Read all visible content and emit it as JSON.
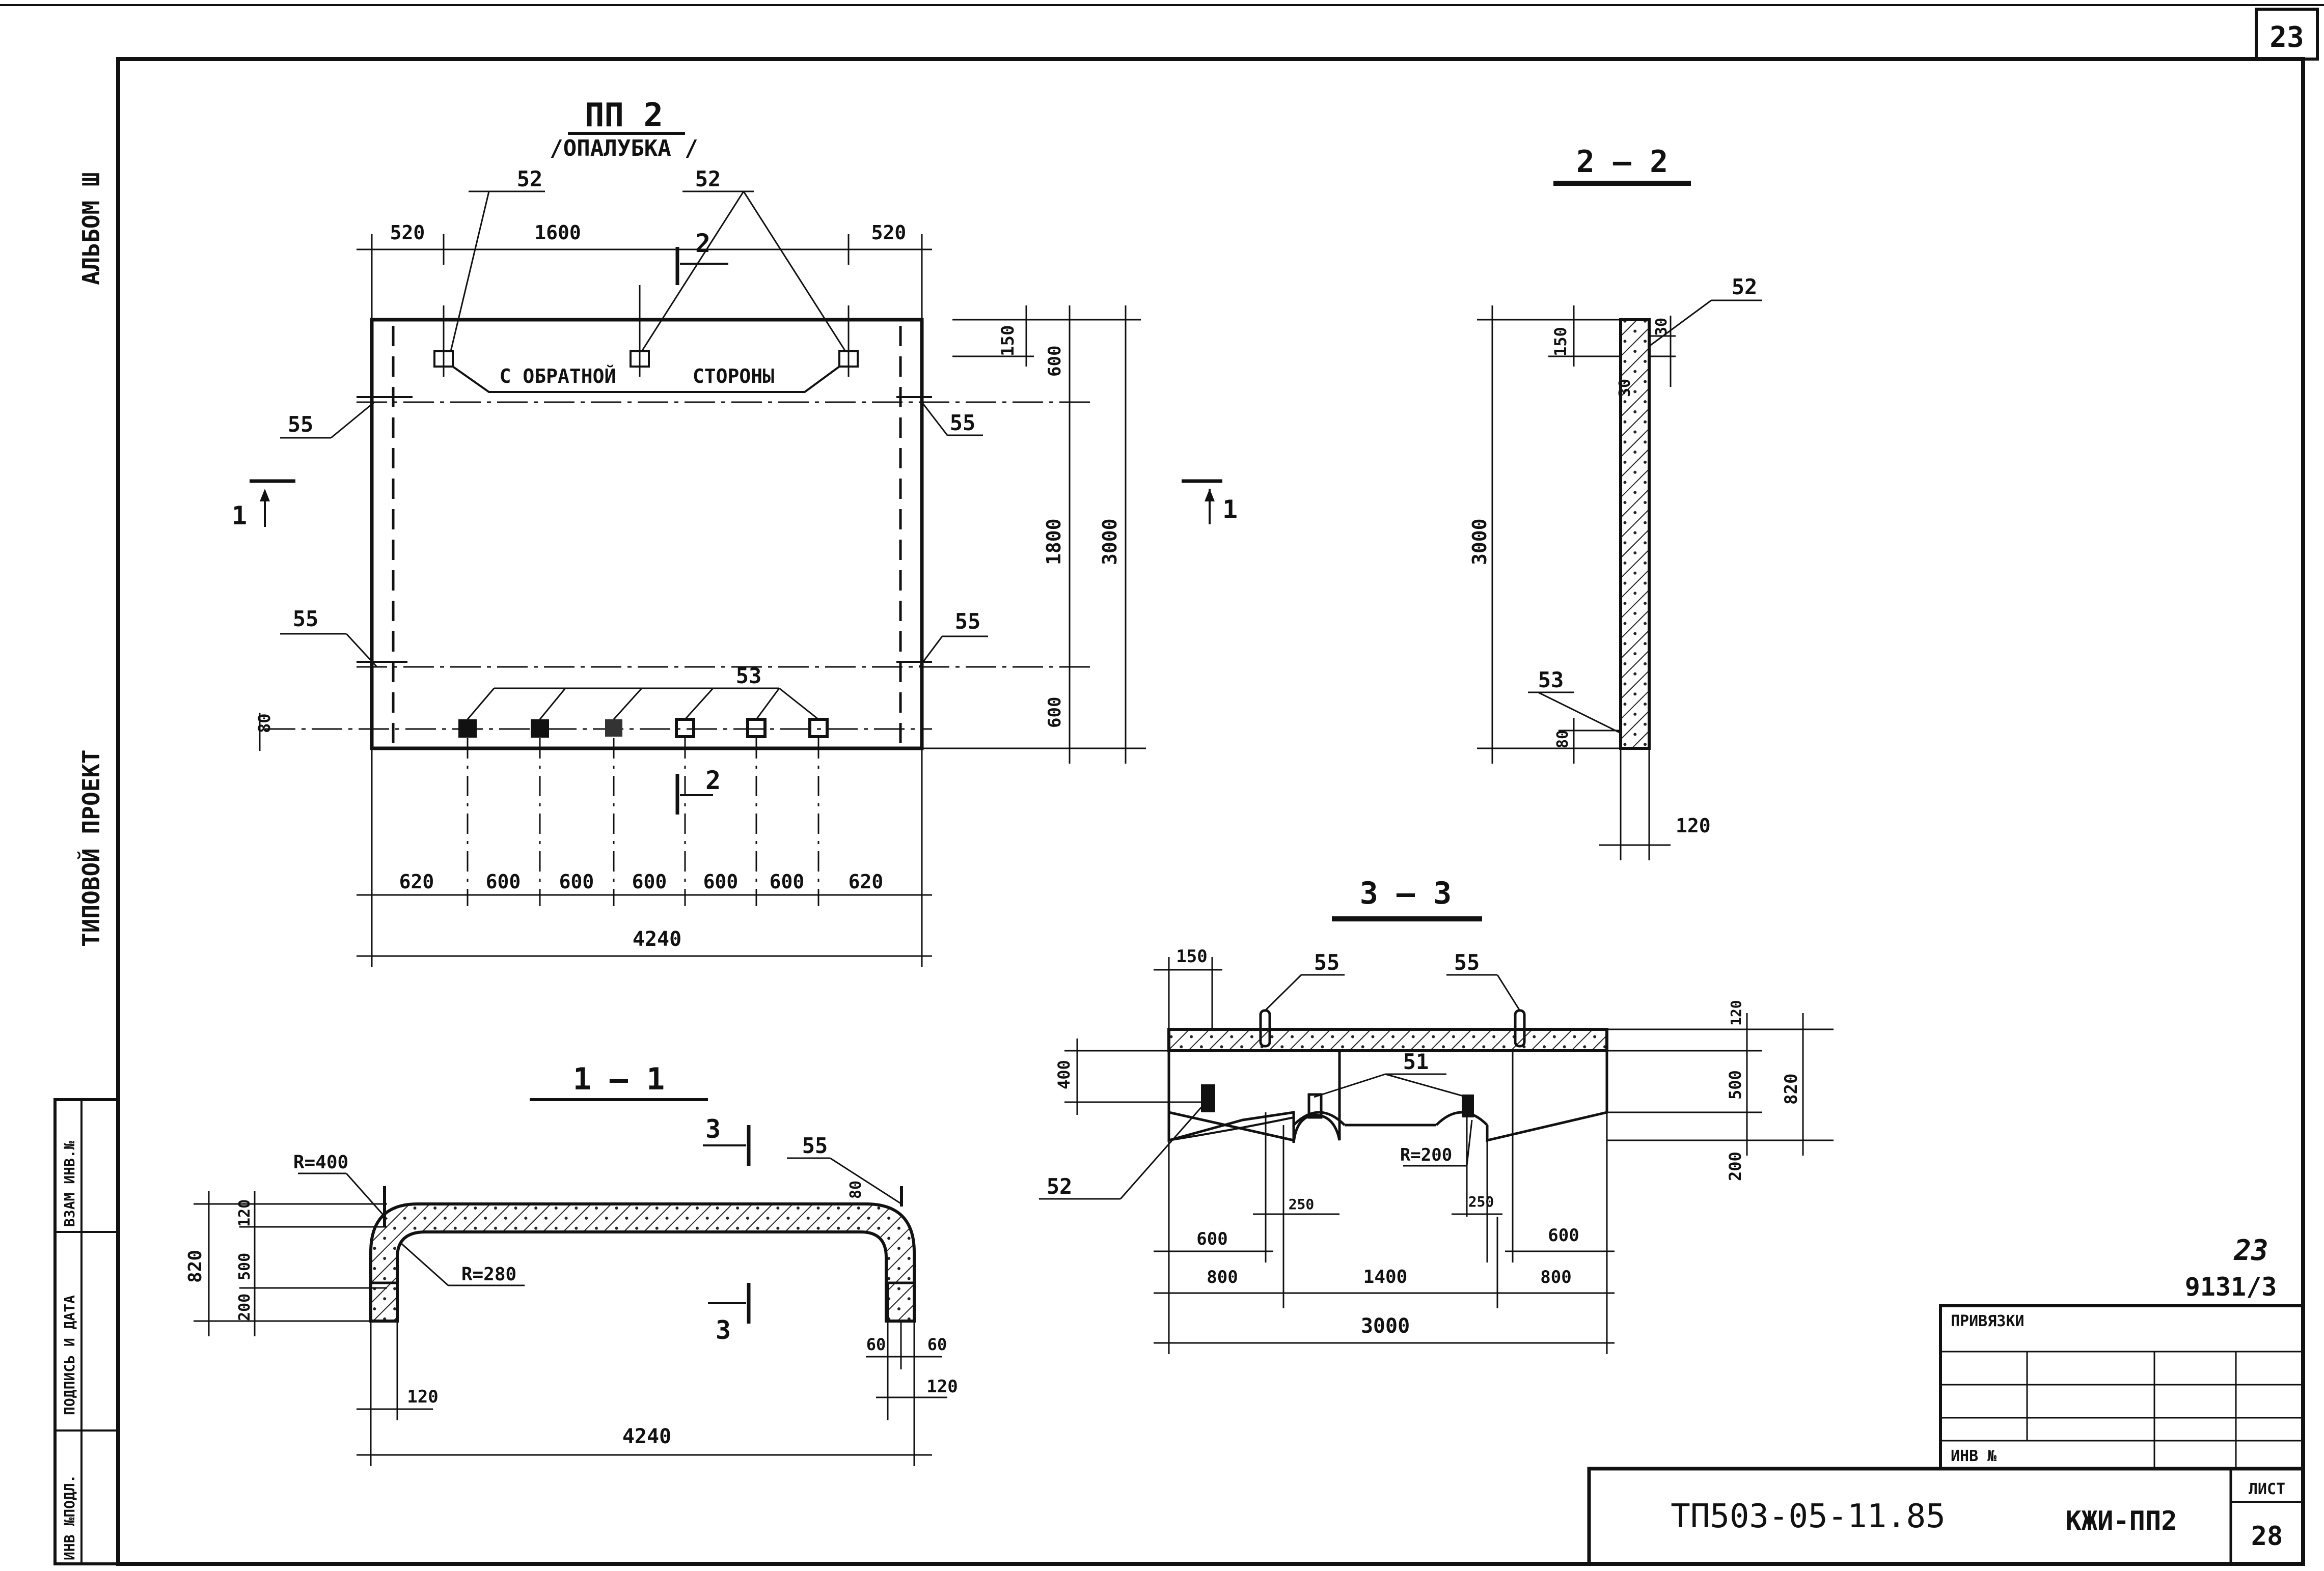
{
  "sheet": {
    "corner_number": "23",
    "album": "АЛЬБОМ Ш",
    "project_type": "ТИПОВОЙ ПРОЕКТ",
    "side_stamp": [
      "ВЗАМ ИНВ.№",
      "ПОДПИСЬ И ДАТА",
      "ИНВ №ПОДЛ."
    ]
  },
  "view_main": {
    "title": "ПП 2",
    "subtitle": "/ОПАЛУБКА /",
    "note_left": "С ОБРАТНОЙ",
    "note_right": "СТОРОНЫ",
    "refs": {
      "r52a": "52",
      "r52b": "52",
      "r55a": "55",
      "r55b": "55",
      "r55c": "55",
      "r55d": "55",
      "r53": "53"
    },
    "section_marks": {
      "s1": "1",
      "s1b": "1",
      "s2": "2",
      "s2b": "2"
    },
    "top_dims": [
      "520",
      "1600",
      "520"
    ],
    "right_dims": [
      "150",
      "600",
      "1800",
      "3000",
      "600"
    ],
    "left_dim": "80",
    "bottom_dims": [
      "620",
      "600",
      "600",
      "600",
      "600",
      "600",
      "620"
    ],
    "total_width": "4240"
  },
  "view_2_2": {
    "title": "2 — 2",
    "dims": {
      "d150": "150",
      "d30a": "30",
      "d30b": "30",
      "d3000": "3000",
      "d80": "80",
      "d120": "120"
    },
    "refs": {
      "r52": "52",
      "r53": "53"
    }
  },
  "view_1_1": {
    "title": "1 — 1",
    "r400": "R=400",
    "r280": "R=280",
    "ref55": "55",
    "sec3": "3",
    "sec3b": "3",
    "left_dims": [
      "820",
      "120",
      "500",
      "200"
    ],
    "right_top": "80",
    "dims_120a": "120",
    "dims_60a": "60",
    "dims_60b": "60",
    "dims_120b": "120",
    "total": "4240"
  },
  "view_3_3": {
    "title": "3 — 3",
    "d150": "150",
    "ref55a": "55",
    "ref55b": "55",
    "ref51": "51",
    "ref52": "52",
    "d400": "400",
    "r200": "R=200",
    "d250a": "250",
    "d250b": "250",
    "d600a": "600",
    "d600b": "600",
    "d800a": "800",
    "d1400": "1400",
    "d800b": "800",
    "d3000": "3000",
    "right_dims": [
      "120",
      "500",
      "820",
      "200"
    ]
  },
  "title_block": {
    "upper_ref": "23",
    "code": "9131/3",
    "privyazki": "ПРИВЯЗКИ",
    "inv": "ИНВ №",
    "drawing_number": "ТП503-05-11.85",
    "mark": "КЖИ-ПП2",
    "sheet_label": "ЛИСТ",
    "sheet_number": "28"
  }
}
